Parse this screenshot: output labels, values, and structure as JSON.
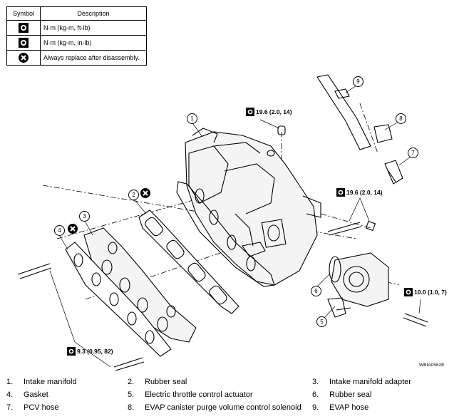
{
  "legend": {
    "header_symbol": "Symbol",
    "header_description": "Description",
    "rows": [
      {
        "icon": "torque-wrench-icon",
        "text": "N·m (kg-m, ft-lb)"
      },
      {
        "icon": "torque-wrench-icon",
        "text": "N·m (kg-m, in-lb)"
      },
      {
        "icon": "replace-part-icon",
        "text": "Always replace after disassembly."
      }
    ]
  },
  "callouts": [
    "1",
    "2",
    "3",
    "4",
    "5",
    "6",
    "7",
    "8",
    "9"
  ],
  "torques": [
    {
      "value": "19.6 (2.0, 14)"
    },
    {
      "value": "19.6 (2.0, 14)"
    },
    {
      "value": "10.0 (1.0, 7)"
    },
    {
      "value": "9.3 (0.95, 82)"
    }
  ],
  "figure_code": "WBIA0562E",
  "parts": [
    {
      "num": "1.",
      "name": "Intake manifold"
    },
    {
      "num": "2.",
      "name": "Rubber seal"
    },
    {
      "num": "3.",
      "name": "Intake manifold adapter"
    },
    {
      "num": "4.",
      "name": "Gasket"
    },
    {
      "num": "5.",
      "name": "Electric throttle control actuator"
    },
    {
      "num": "6.",
      "name": "Rubber seal"
    },
    {
      "num": "7.",
      "name": "PCV hose"
    },
    {
      "num": "8.",
      "name": "EVAP canister purge volume control solenoid"
    },
    {
      "num": "9.",
      "name": "EVAP hose"
    }
  ]
}
